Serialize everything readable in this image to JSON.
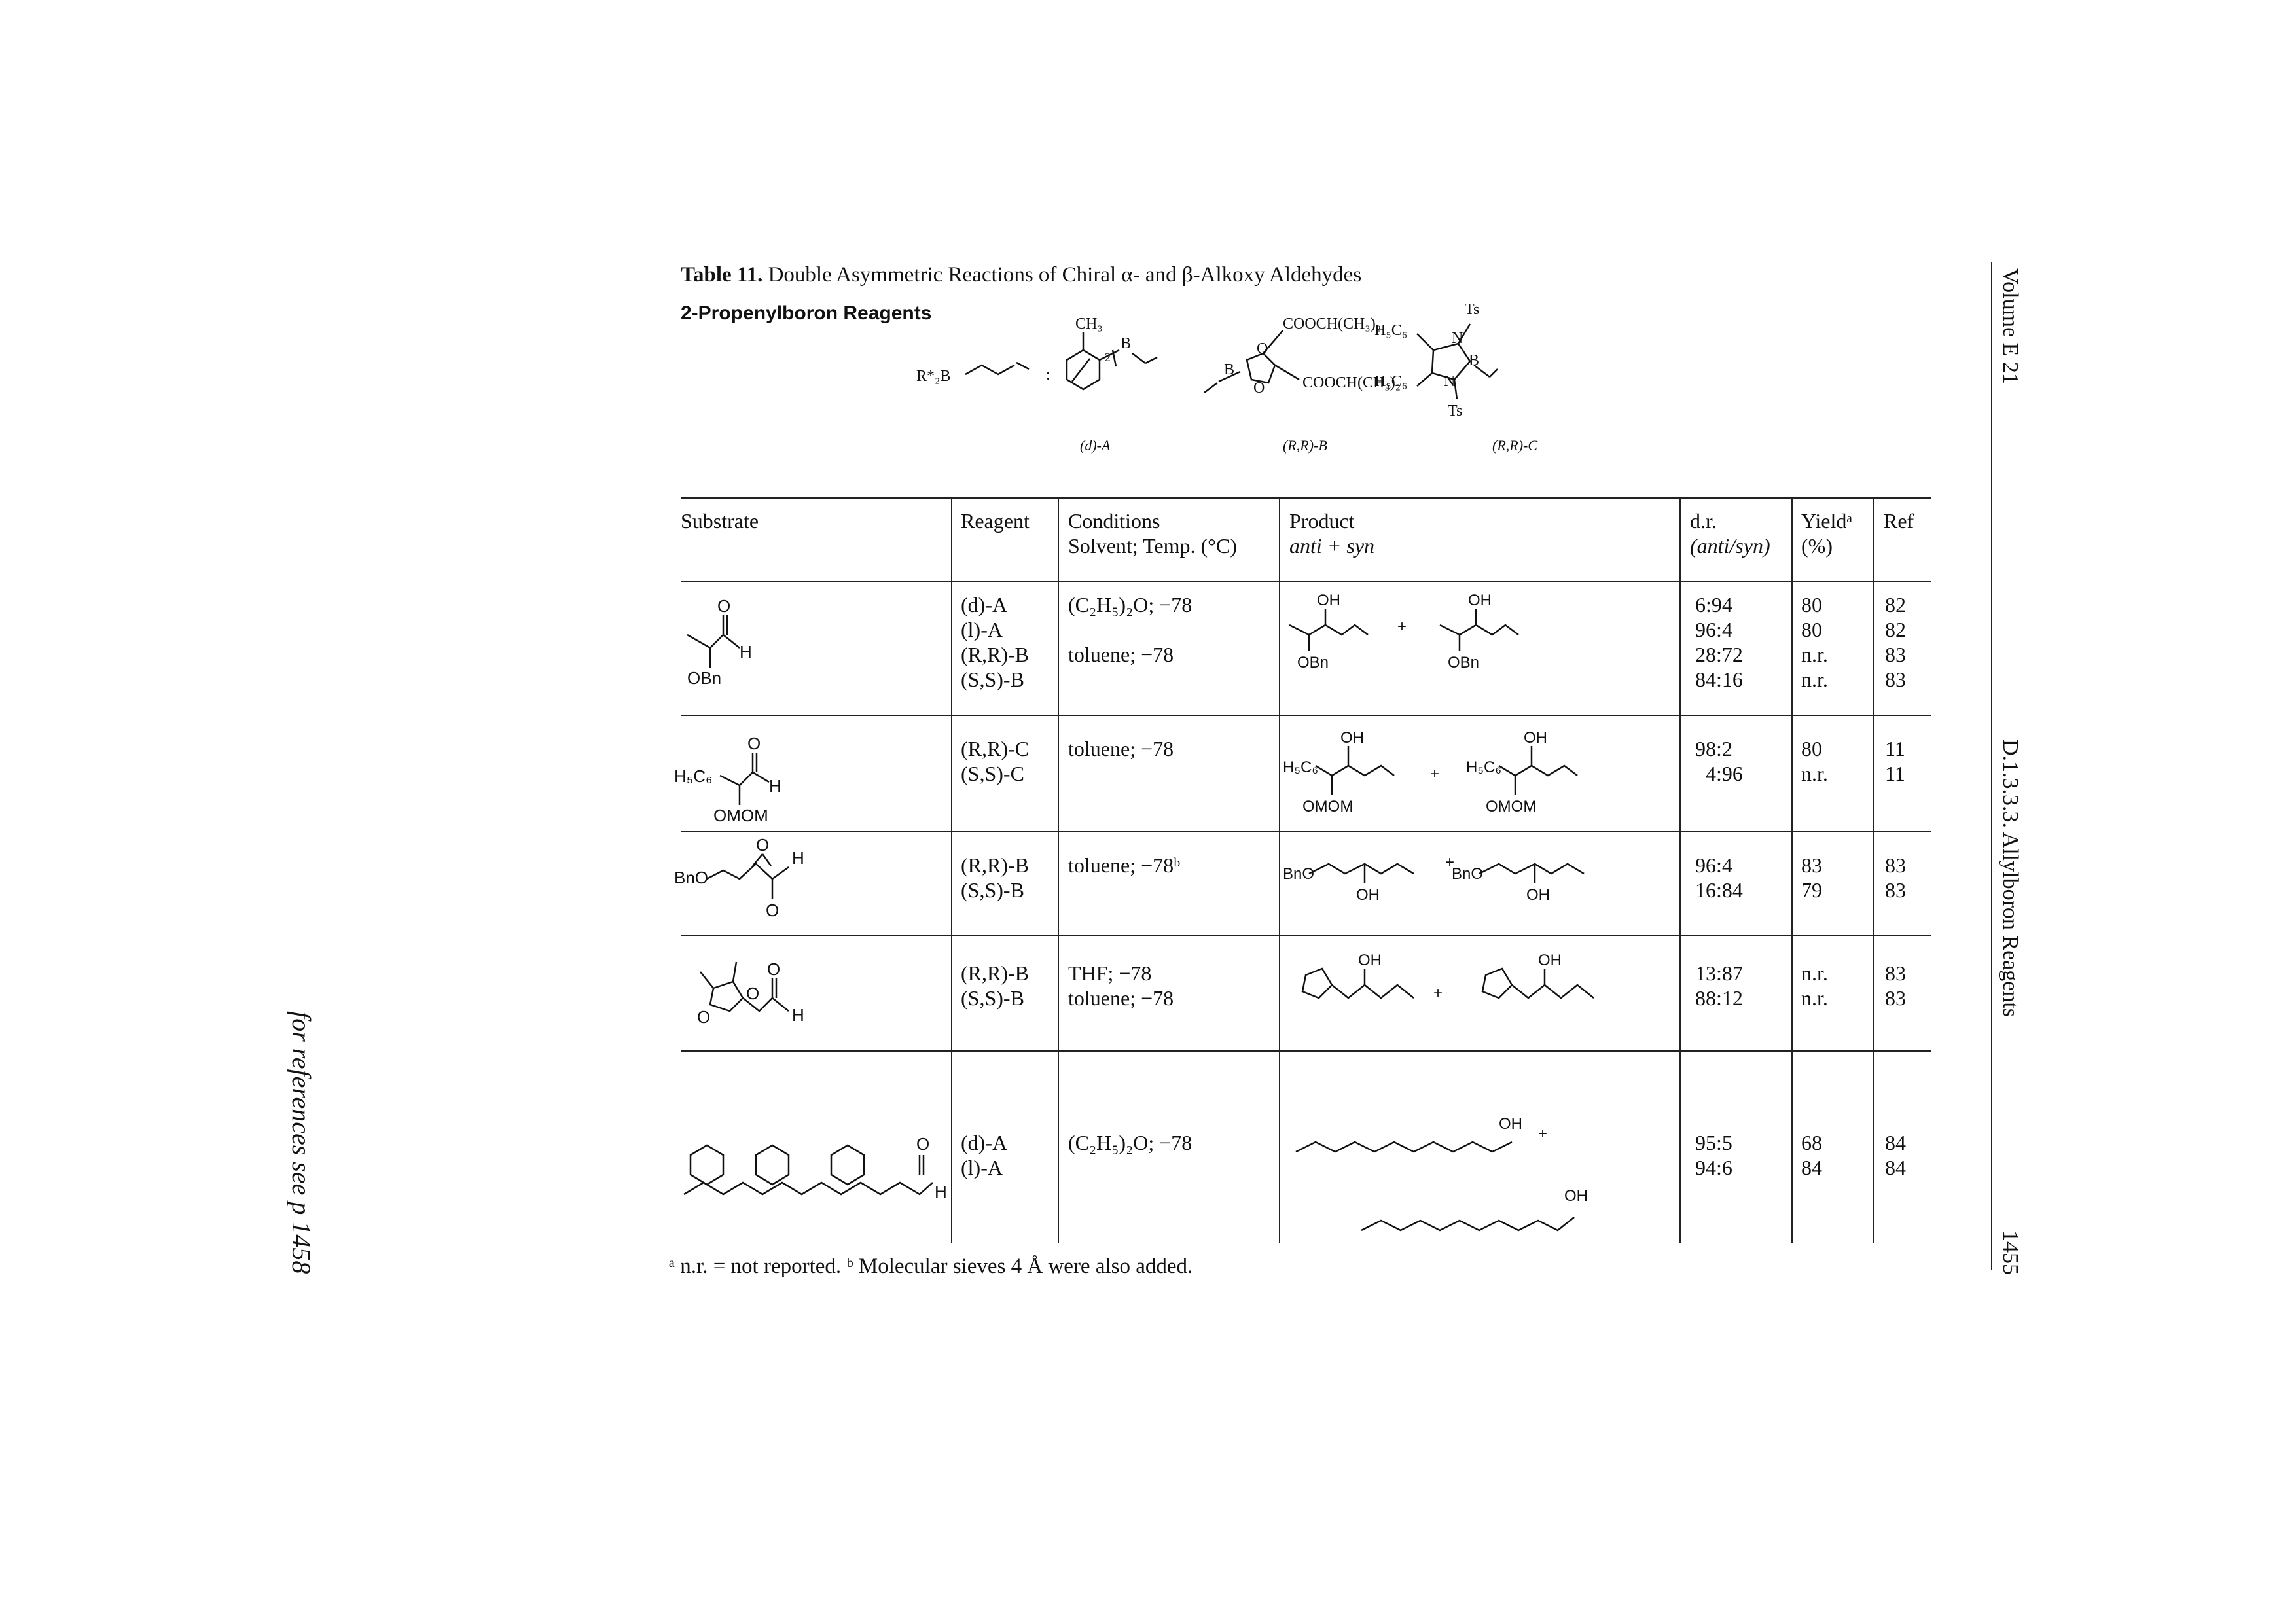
{
  "table": {
    "number": "Table 11.",
    "caption": "Double Asymmetric Reactions of Chiral α- and β-Alkoxy Aldehydes",
    "reagents_heading": "2-Propenylboron Reagents",
    "reagent_general": "R*₂B",
    "reagent_labels": [
      "(d)-A",
      "(R,R)-B",
      "(R,R)-C"
    ],
    "headers": {
      "substrate": "Substrate",
      "reagent": "Reagent",
      "conditions_1": "Conditions",
      "conditions_2": "Solvent; Temp. (°C)",
      "product_1": "Product",
      "product_2": "anti + syn",
      "dr_1": "d.r.",
      "dr_2": "(anti/syn)",
      "yield_1": "Yieldᵃ",
      "yield_2": "(%)",
      "ref": "Ref"
    },
    "rows": [
      {
        "reagents": [
          "(d)-A",
          "(l)-A",
          "(R,R)-B",
          "(S,S)-B"
        ],
        "conditions": [
          "(C₂H₅)₂O; −78",
          "",
          "toluene; −78",
          ""
        ],
        "dr": [
          "6:94",
          "96:4",
          "28:72",
          "84:16"
        ],
        "yield": [
          "80",
          "80",
          "n.r.",
          "n.r."
        ],
        "ref": [
          "82",
          "82",
          "83",
          "83"
        ]
      },
      {
        "reagents": [
          "(R,R)-C",
          "(S,S)-C"
        ],
        "conditions": [
          "toluene; −78",
          ""
        ],
        "dr": [
          "98:2",
          "4:96"
        ],
        "yield": [
          "80",
          "n.r."
        ],
        "ref": [
          "11",
          "11"
        ]
      },
      {
        "reagents": [
          "(R,R)-B",
          "(S,S)-B"
        ],
        "conditions": [
          "toluene; −78ᵇ",
          ""
        ],
        "dr": [
          "96:4",
          "16:84"
        ],
        "yield": [
          "83",
          "79"
        ],
        "ref": [
          "83",
          "83"
        ]
      },
      {
        "reagents": [
          "(R,R)-B",
          "(S,S)-B"
        ],
        "conditions": [
          "THF; −78",
          "toluene; −78"
        ],
        "dr": [
          "13:87",
          "88:12"
        ],
        "yield": [
          "n.r.",
          "n.r."
        ],
        "ref": [
          "83",
          "83"
        ]
      },
      {
        "reagents": [
          "(d)-A",
          "(l)-A"
        ],
        "conditions": [
          "(C₂H₅)₂O; −78",
          ""
        ],
        "dr": [
          "95:5",
          "94:6"
        ],
        "yield": [
          "68",
          "84"
        ],
        "ref": [
          "84",
          "84"
        ]
      }
    ],
    "footnote": "ᵃ n.r. = not reported. ᵇ Molecular sieves 4 Å were also added."
  },
  "margin": {
    "volume": "Volume E 21",
    "section": "D.1.3.3.3. Allylboron Reagents",
    "page": "1455",
    "references": "for references see p 1458"
  }
}
